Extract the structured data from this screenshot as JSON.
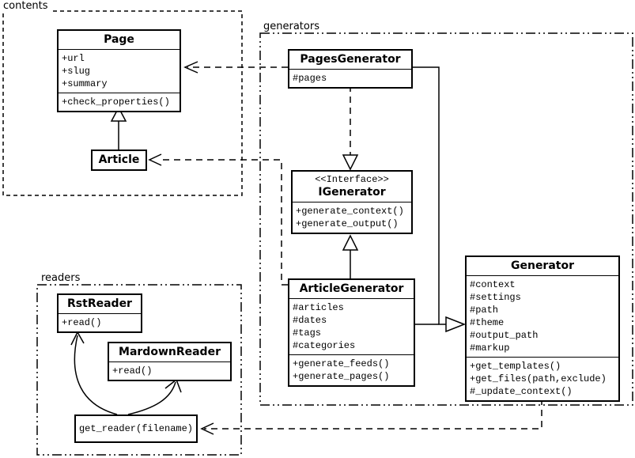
{
  "packages": {
    "contents": {
      "label": "contents"
    },
    "generators": {
      "label": "generators"
    },
    "readers": {
      "label": "readers"
    }
  },
  "classes": {
    "page": {
      "name": "Page",
      "attributes": [
        "+url",
        "+slug",
        "+summary"
      ],
      "methods": [
        "+check_properties()"
      ]
    },
    "article": {
      "name": "Article"
    },
    "pages_generator": {
      "name": "PagesGenerator",
      "attributes": [
        "#pages"
      ]
    },
    "igenerator": {
      "stereotype": "<<Interface>>",
      "name": "IGenerator",
      "methods": [
        "+generate_context()",
        "+generate_output()"
      ]
    },
    "article_generator": {
      "name": "ArticleGenerator",
      "attributes": [
        "#articles",
        "#dates",
        "#tags",
        "#categories"
      ],
      "methods": [
        "+generate_feeds()",
        "+generate_pages()"
      ]
    },
    "generator": {
      "name": "Generator",
      "attributes": [
        "#context",
        "#settings",
        "#path",
        "#theme",
        "#output_path",
        "#markup"
      ],
      "methods": [
        "+get_templates()",
        "+get_files(path,exclude)",
        "#_update_context()"
      ]
    },
    "rst_reader": {
      "name": "RstReader",
      "methods": [
        "+read()"
      ]
    },
    "mardown_reader": {
      "name": "MardownReader",
      "methods": [
        "+read()"
      ]
    },
    "get_reader": {
      "label": "get_reader(filename)"
    }
  },
  "relationships": [
    {
      "type": "generalization",
      "from": "Article",
      "to": "Page"
    },
    {
      "type": "dependency",
      "from": "PagesGenerator",
      "to": "Page"
    },
    {
      "type": "realization",
      "from": "PagesGenerator",
      "to": "IGenerator"
    },
    {
      "type": "generalization",
      "from": "ArticleGenerator",
      "to": "IGenerator"
    },
    {
      "type": "generalization",
      "from": "PagesGenerator",
      "to": "Generator"
    },
    {
      "type": "generalization",
      "from": "ArticleGenerator",
      "to": "Generator"
    },
    {
      "type": "dependency",
      "from": "ArticleGenerator",
      "to": "Article"
    },
    {
      "type": "dependency",
      "from": "Generator",
      "to": "get_reader(filename)"
    },
    {
      "type": "dependency",
      "from": "get_reader(filename)",
      "to": "RstReader"
    },
    {
      "type": "dependency",
      "from": "get_reader(filename)",
      "to": "MardownReader"
    }
  ],
  "colors": {
    "line": "#000000",
    "background": "#ffffff",
    "box_fill": "#ffffff"
  }
}
